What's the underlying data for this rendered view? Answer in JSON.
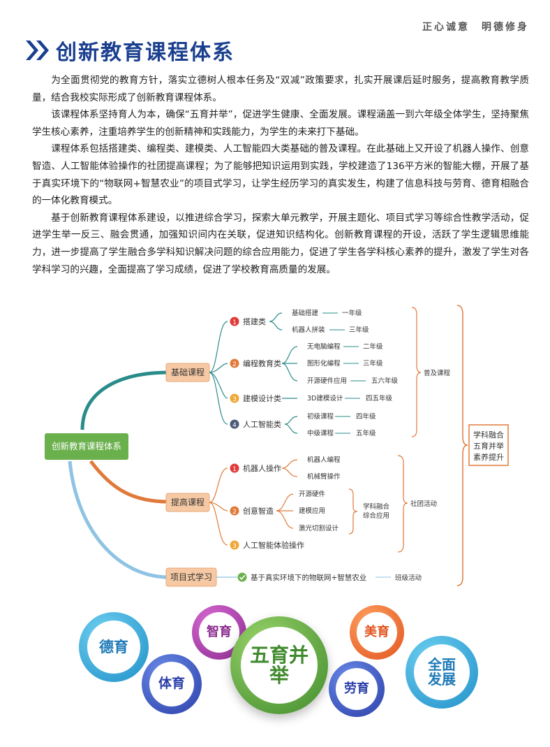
{
  "header": {
    "motto": "正心诚意　明德修身",
    "title": "创新教育课程体系"
  },
  "paragraphs": [
    "为全面贯彻党的教育方针，落实立德树人根本任务及“双减”政策要求，扎实开展课后延时服务，提高教育教学质量，结合我校实际形成了创新教育课程体系。",
    "该课程体系坚持育人为本，确保“五育并举”，促进学生健康、全面发展。课程涵盖一到六年级全体学生，坚持聚焦学生核心素养，注重培养学生的创新精神和实践能力，为学生的未来打下基础。",
    "课程体系包括搭建类、编程类、建模类、人工智能四大类基础的普及课程。在此基础上又开设了机器人操作、创意智造、人工智能体验操作的社团提高课程；为了能够把知识运用到实践，学校建造了136平方米的智能大棚，开展了基于真实环境下的“物联网+智慧农业”的项目式学习，让学生经历学习的真实发生，构建了信息科技与劳育、德育相融合的一体化教育模式。",
    "基于创新教育课程体系建设，以推进综合学习，探索大单元教学，开展主题化、项目式学习等综合性教学活动，促进学生举一反三、融会贯通，加强知识间内在关联，促进知识结构化。创新教育课程的开设，活跃了学生逻辑思维能力，进一步提高了学生融合多学科知识解决问题的综合应用能力，促进了学生各学科核心素养的提升，激发了学生对各学科学习的兴趣，全面提高了学习成绩，促进了学校教育高质量的发展。"
  ],
  "mindmap": {
    "root": "创新教育课程体系",
    "basic": {
      "label": "基础课程",
      "cats": [
        {
          "num": "1",
          "label": "搭建类",
          "items": [
            [
              "基础搭建",
              "一年级"
            ],
            [
              "机器人拼装",
              "三年级"
            ]
          ]
        },
        {
          "num": "2",
          "label": "编程教育类",
          "items": [
            [
              "无电脑编程",
              "二年级"
            ],
            [
              "图形化编程",
              "三年级"
            ],
            [
              "开源硬件应用",
              "五六年级"
            ]
          ]
        },
        {
          "num": "3",
          "label": "建模设计类",
          "items": [
            [
              "3D建模设计",
              "四五年级"
            ]
          ]
        },
        {
          "num": "4",
          "label": "人工智能类",
          "items": [
            [
              "初级课程",
              "四年级"
            ],
            [
              "中级课程",
              "五年级"
            ]
          ]
        }
      ],
      "bracket": "普及课程"
    },
    "advanced": {
      "label": "提高课程",
      "cats": [
        {
          "num": "1",
          "label": "机器人操作",
          "items": [
            "机器人编程",
            "机械臂操作"
          ]
        },
        {
          "num": "2",
          "label": "创意智造",
          "items": [
            "开源硬件",
            "建模应用",
            "激光切割设计"
          ]
        },
        {
          "num": "3",
          "label": "人工智能体验操作",
          "items": []
        }
      ],
      "sub_bracket": [
        "学科融合",
        "综合应用"
      ],
      "bracket": "社团活动"
    },
    "project": {
      "label": "项目式学习",
      "item": "基于真实环境下的物联网+智慧农业",
      "tag": "班级活动"
    },
    "outcome": [
      "学科融合",
      "五育并举",
      "素养提升"
    ]
  },
  "bubbles": [
    "德育",
    "智育",
    "五育并举",
    "美育",
    "体育",
    "劳育",
    "全面发展"
  ],
  "colors": {
    "title": "#1a3f8f",
    "teal": "#2a8c8a",
    "orange": "#e07a3a",
    "lightblue": "#8ec3e3",
    "green": "#6ab04c",
    "box": "#f6c9a4"
  }
}
